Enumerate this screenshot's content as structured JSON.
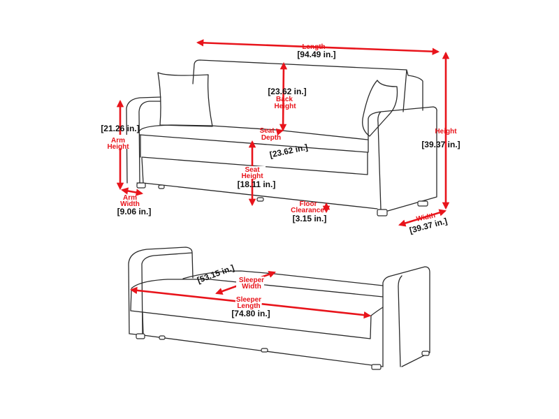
{
  "units": "in.",
  "colors": {
    "dimension": "#e8141b",
    "outline": "#2a2a2a",
    "value_text": "#111111"
  },
  "sofa": {
    "length": {
      "label": "Length",
      "value": "[94.49 in.]"
    },
    "height": {
      "label": "Height",
      "value": "[39.37 in.]"
    },
    "width": {
      "label": "Width",
      "value": "[39.37 in.]"
    },
    "back_height": {
      "label1": "Back",
      "label2": "Height",
      "value": "[23.62 in.]"
    },
    "seat_depth": {
      "label1": "Seat",
      "label2": "Depth",
      "value": "[23.62 in.]"
    },
    "seat_height": {
      "label1": "Seat",
      "label2": "Height",
      "value": "[18.11 in.]"
    },
    "floor_clearance": {
      "label1": "Floor",
      "label2": "Clearance",
      "value": "[3.15 in.]"
    },
    "arm_height": {
      "label1": "Arm",
      "label2": "Height",
      "value": "[21.26 in.]"
    },
    "arm_width": {
      "label1": "Arm",
      "label2": "Width",
      "value": "[9.06 in.]"
    }
  },
  "sleeper": {
    "width": {
      "label1": "Sleeper",
      "label2": "Width",
      "value": "[53.15 in.]"
    },
    "length": {
      "label1": "Sleeper",
      "label2": "Length",
      "value": "[74.80 in.]"
    }
  }
}
